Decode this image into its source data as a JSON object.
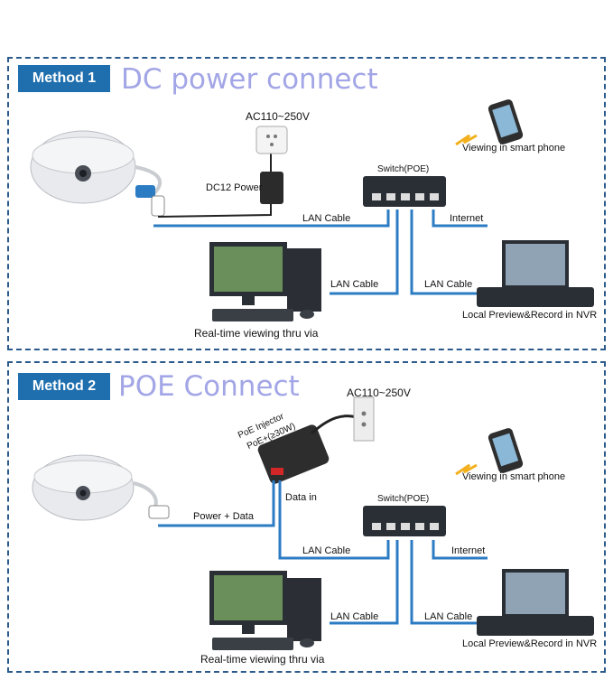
{
  "method1": {
    "tag": "Method 1",
    "title": "DC power connect",
    "labels": {
      "ac": "AC110~250V",
      "dc": "DC12 Power",
      "switch": "Switch(POE)",
      "phone": "Viewing in smart phone",
      "lan_top": "LAN Cable",
      "internet": "Internet",
      "lan_pc": "LAN Cable",
      "lan_nvr": "LAN Cable",
      "nvr": "Local Preview&Record in NVR",
      "pc": "Real-time viewing thru via"
    }
  },
  "method2": {
    "tag": "Method 2",
    "title": "POE Connect",
    "labels": {
      "ac": "AC110~250V",
      "injector_line1": "PoE Injector",
      "injector_line2": "PoE+(≥30W)",
      "data_in": "Data in",
      "power_data": "Power + Data",
      "phone": "Viewing in smart phone",
      "switch": "Switch(POE)",
      "lan_top": "LAN Cable",
      "internet": "Internet",
      "lan_pc": "LAN Cable",
      "lan_nvr": "LAN Cable",
      "nvr": "Local Preview&Record in NVR",
      "pc": "Real-time viewing thru via"
    }
  },
  "colors": {
    "cable": "#2c7cc4",
    "dc_cable": "#222222",
    "tag_bg": "#1f6fae",
    "title": "#a3a6e6",
    "border": "#2b5a8c"
  }
}
